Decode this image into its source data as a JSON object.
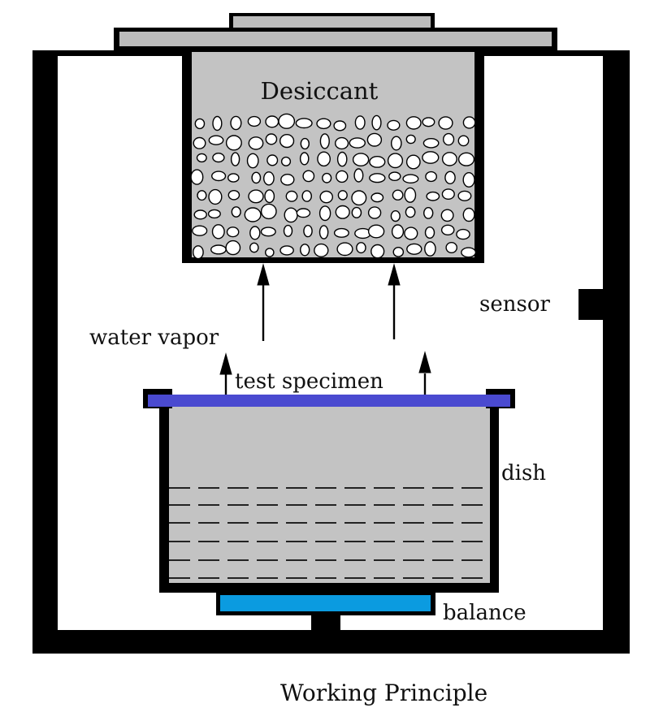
{
  "diagram": {
    "labels": {
      "desiccant": "Desiccant",
      "sensor": "sensor",
      "water_vapor": "water vapor",
      "test_specimen": "test specimen",
      "dish": "dish",
      "balance": "balance",
      "caption": "Working Principle"
    },
    "colors": {
      "chamber": "#000000",
      "lid": "#bcbcbc",
      "desiccant_fill": "#c3c3c3",
      "dish_fill": "#c3c3c3",
      "specimen": "#4a4ad0",
      "balance": "#0b9be0",
      "granule": "#ffffff"
    }
  }
}
